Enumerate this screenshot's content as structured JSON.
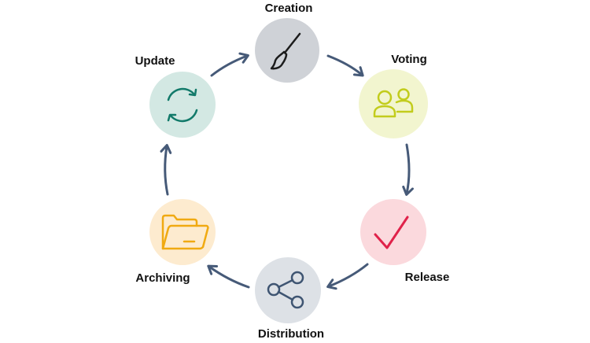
{
  "stages": [
    {
      "label": "Creation",
      "icon": "paintbrush-icon",
      "color": "#cfd2d7",
      "icon_color": "#1c1c1c"
    },
    {
      "label": "Voting",
      "icon": "users-icon",
      "color": "#f2f5cf",
      "icon_color": "#c2cc1c"
    },
    {
      "label": "Release",
      "icon": "checkmark-icon",
      "color": "#fbd9dd",
      "icon_color": "#e0224a"
    },
    {
      "label": "Distribution",
      "icon": "share-icon",
      "color": "#dde1e6",
      "icon_color": "#3f5572"
    },
    {
      "label": "Archiving",
      "icon": "folder-icon",
      "color": "#fdebcf",
      "icon_color": "#f0aa12"
    },
    {
      "label": "Update",
      "icon": "refresh-icon",
      "color": "#d3e8e3",
      "icon_color": "#127a6a"
    }
  ],
  "arrow_color": "#465a78"
}
